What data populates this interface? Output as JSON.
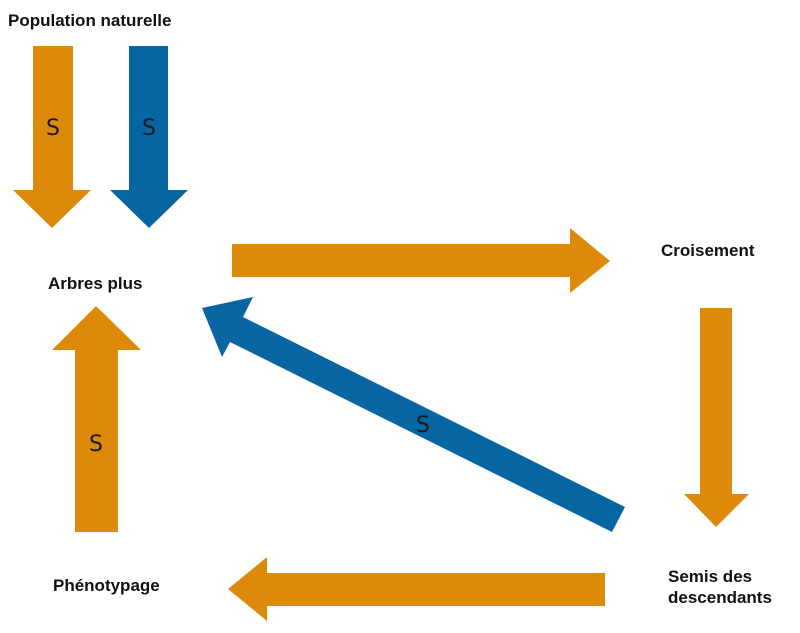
{
  "colors": {
    "orange": "#DD8A0A",
    "blue": "#0765A1",
    "text": "#111111",
    "background": "#FFFFFF"
  },
  "nodes": {
    "population_naturelle": "Population naturelle",
    "arbres_plus": "Arbres plus",
    "croisement": "Croisement",
    "semis_des_descendants_line1": "Semis des",
    "semis_des_descendants_line2": "descendants",
    "phenotypage": "Phénotypage"
  },
  "arrows": [
    {
      "id": "pop-to-arbres-orange",
      "from": "Population naturelle",
      "to": "Arbres plus",
      "color": "orange",
      "label": "S"
    },
    {
      "id": "pop-to-arbres-blue",
      "from": "Population naturelle",
      "to": "Arbres plus",
      "color": "blue",
      "label": "S"
    },
    {
      "id": "arbres-to-croisement",
      "from": "Arbres plus",
      "to": "Croisement",
      "color": "orange",
      "label": ""
    },
    {
      "id": "croisement-to-semis",
      "from": "Croisement",
      "to": "Semis des descendants",
      "color": "orange",
      "label": ""
    },
    {
      "id": "semis-to-phenotypage",
      "from": "Semis des descendants",
      "to": "Phénotypage",
      "color": "orange",
      "label": ""
    },
    {
      "id": "phenotypage-to-arbres",
      "from": "Phénotypage",
      "to": "Arbres plus",
      "color": "orange",
      "label": "S"
    },
    {
      "id": "semis-to-arbres",
      "from": "Semis des descendants",
      "to": "Arbres plus",
      "color": "blue",
      "label": "S"
    }
  ]
}
